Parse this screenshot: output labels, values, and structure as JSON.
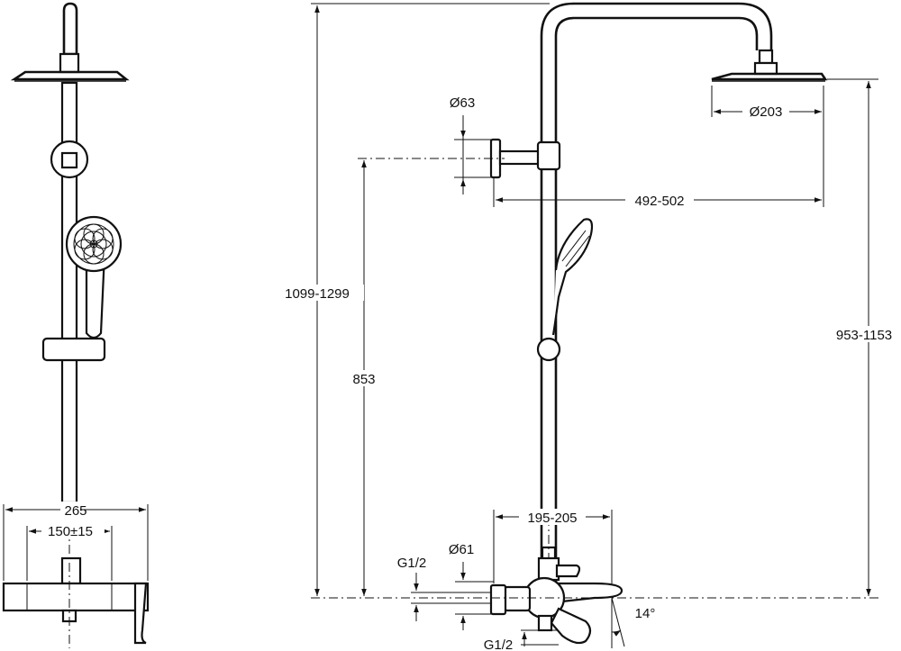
{
  "dimensions": {
    "overall_height": "1099-1299",
    "outlet_height": "853",
    "head_height": "953-1153",
    "head_diameter": "Ø203",
    "bracket_diameter": "Ø63",
    "arm_reach": "492-502",
    "mixer_width": "265",
    "inlet_spacing": "150±15",
    "mixer_offset": "195-205",
    "escutcheon_diameter": "Ø61",
    "thread_top": "G1/2",
    "thread_bottom": "G1/2",
    "spout_angle": "14°"
  }
}
